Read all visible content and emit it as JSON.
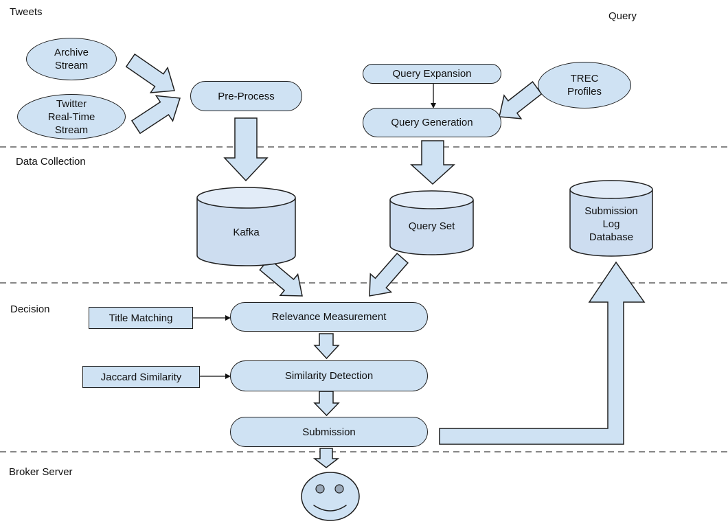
{
  "colors": {
    "node_fill": "#cfe2f3",
    "cylinder_top_fill": "#e2ecf8",
    "cylinder_body_fill": "#cdddf0",
    "stroke": "#1f1f1f",
    "separator": "#5f5f5f",
    "smiley_eye_fill": "#9aa8b8",
    "text": "#111111"
  },
  "lane_labels": {
    "tweets": "Tweets",
    "query": "Query",
    "data_collection": "Data Collection",
    "decision": "Decision",
    "broker_server": "Broker Server"
  },
  "nodes": {
    "archive_stream": {
      "label": "Archive\nStream",
      "shape": "ellipse"
    },
    "twitter_realtime_stream": {
      "label": "Twitter\nReal-Time\nStream",
      "shape": "ellipse"
    },
    "pre_process": {
      "label": "Pre-Process",
      "shape": "stadium"
    },
    "query_expansion": {
      "label": "Query Expansion",
      "shape": "stadium"
    },
    "query_generation": {
      "label": "Query Generation",
      "shape": "stadium"
    },
    "trec_profiles": {
      "label": "TREC\nProfiles",
      "shape": "ellipse"
    },
    "kafka": {
      "label": "Kafka",
      "shape": "cylinder"
    },
    "query_set": {
      "label": "Query Set",
      "shape": "cylinder"
    },
    "submission_log_database": {
      "label": "Submission\nLog\nDatabase",
      "shape": "cylinder"
    },
    "title_matching": {
      "label": "Title Matching",
      "shape": "rect"
    },
    "relevance_measurement": {
      "label": "Relevance Measurement",
      "shape": "stadium"
    },
    "jaccard_similarity": {
      "label": "Jaccard Similarity",
      "shape": "rect"
    },
    "similarity_detection": {
      "label": "Similarity Detection",
      "shape": "stadium"
    },
    "submission": {
      "label": "Submission",
      "shape": "stadium"
    }
  },
  "edges": [
    {
      "from": "archive_stream",
      "to": "pre_process",
      "style": "block-arrow"
    },
    {
      "from": "twitter_realtime_stream",
      "to": "pre_process",
      "style": "block-arrow"
    },
    {
      "from": "pre_process",
      "to": "kafka",
      "style": "block-arrow"
    },
    {
      "from": "query_expansion",
      "to": "query_generation",
      "style": "thin-arrow"
    },
    {
      "from": "trec_profiles",
      "to": "query_generation",
      "style": "block-arrow"
    },
    {
      "from": "query_generation",
      "to": "query_set",
      "style": "block-arrow"
    },
    {
      "from": "kafka",
      "to": "relevance_measurement",
      "style": "block-arrow"
    },
    {
      "from": "query_set",
      "to": "relevance_measurement",
      "style": "block-arrow"
    },
    {
      "from": "title_matching",
      "to": "relevance_measurement",
      "style": "thin-arrow"
    },
    {
      "from": "relevance_measurement",
      "to": "similarity_detection",
      "style": "block-arrow"
    },
    {
      "from": "jaccard_similarity",
      "to": "similarity_detection",
      "style": "thin-arrow"
    },
    {
      "from": "similarity_detection",
      "to": "submission",
      "style": "block-arrow"
    },
    {
      "from": "submission",
      "to": "submission_log_database",
      "style": "block-arrow"
    },
    {
      "from": "submission",
      "to": "broker_user",
      "style": "block-arrow"
    }
  ]
}
